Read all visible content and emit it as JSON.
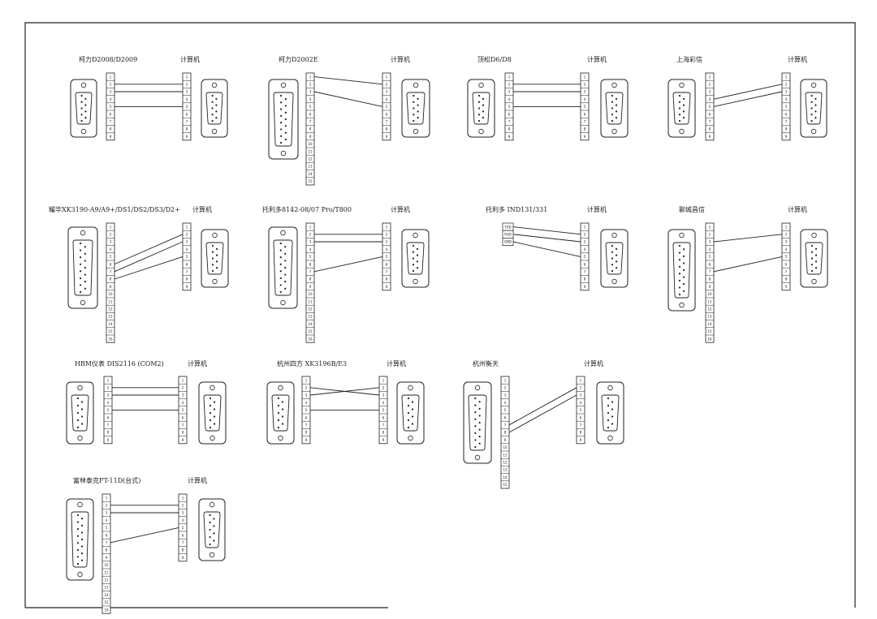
{
  "sheet": {
    "border_color": "#222222",
    "line_color": "#222222"
  },
  "diagrams": [
    {
      "id": "d1",
      "device": "柯力D2008/D2009",
      "computer": "计算机",
      "device_pins": 9,
      "pc_pins": 9,
      "wires": [
        [
          2,
          2
        ],
        [
          3,
          3
        ],
        [
          5,
          5
        ]
      ]
    },
    {
      "id": "d2",
      "device": "柯力D2002E",
      "computer": "计算机",
      "device_pins": 15,
      "pc_pins": 9,
      "wires": [
        [
          1,
          2
        ],
        [
          3,
          5
        ]
      ]
    },
    {
      "id": "d3",
      "device": "顶松D6/D8",
      "computer": "计算机",
      "device_pins": 9,
      "pc_pins": 9,
      "wires": [
        [
          2,
          2
        ],
        [
          3,
          3
        ],
        [
          5,
          5
        ]
      ]
    },
    {
      "id": "d4",
      "device": "上海彩信",
      "computer": "计算机",
      "device_pins": 9,
      "pc_pins": 9,
      "wires": [
        [
          4,
          2
        ],
        [
          5,
          3
        ]
      ]
    },
    {
      "id": "d5",
      "device": "耀华XK3190-A9/A9+/DS1/DS2/DS3/D2+",
      "computer": "计算机",
      "device_pins": 16,
      "pc_pins": 9,
      "wires": [
        [
          6,
          2
        ],
        [
          7,
          3
        ],
        [
          8,
          5
        ]
      ]
    },
    {
      "id": "d6",
      "device": "托利多8142-08/07 Pro/T800",
      "computer": "计算机",
      "device_pins": 16,
      "pc_pins": 9,
      "wires": [
        [
          2,
          2
        ],
        [
          3,
          3
        ],
        [
          7,
          5
        ]
      ]
    },
    {
      "id": "d7",
      "device": "托利多 IND131/331",
      "computer": "计算机",
      "device_signals": [
        "TXD",
        "RXD",
        "GND"
      ],
      "pc_pins": 9,
      "wires": [
        [
          1,
          2
        ],
        [
          2,
          3
        ],
        [
          3,
          5
        ]
      ]
    },
    {
      "id": "d8",
      "device": "聊城昌信",
      "computer": "计算机",
      "device_pins": 16,
      "pc_pins": 9,
      "wires": [
        [
          3,
          2
        ],
        [
          7,
          5
        ]
      ]
    },
    {
      "id": "d9",
      "device": "HBM仪表 DIS2116 (COM2)",
      "computer": "计算机",
      "device_pins": 9,
      "pc_pins": 9,
      "wires": [
        [
          2,
          2
        ],
        [
          3,
          3
        ],
        [
          5,
          5
        ]
      ]
    },
    {
      "id": "d10",
      "device": "杭州四方 XK3196B/E3",
      "computer": "计算机",
      "device_pins": 9,
      "pc_pins": 9,
      "wires": [
        [
          2,
          3
        ],
        [
          3,
          2
        ],
        [
          5,
          5
        ]
      ]
    },
    {
      "id": "d11",
      "device": "杭州衡天",
      "computer": "计算机",
      "device_pins": 15,
      "pc_pins": 9,
      "wires": [
        [
          7,
          2
        ],
        [
          8,
          3
        ]
      ]
    },
    {
      "id": "d12",
      "device": "富林泰克FT-11D(台式)",
      "computer": "计算机",
      "device_pins": 16,
      "pc_pins": 9,
      "wires": [
        [
          2,
          2
        ],
        [
          3,
          3
        ],
        [
          7,
          5
        ]
      ]
    }
  ]
}
